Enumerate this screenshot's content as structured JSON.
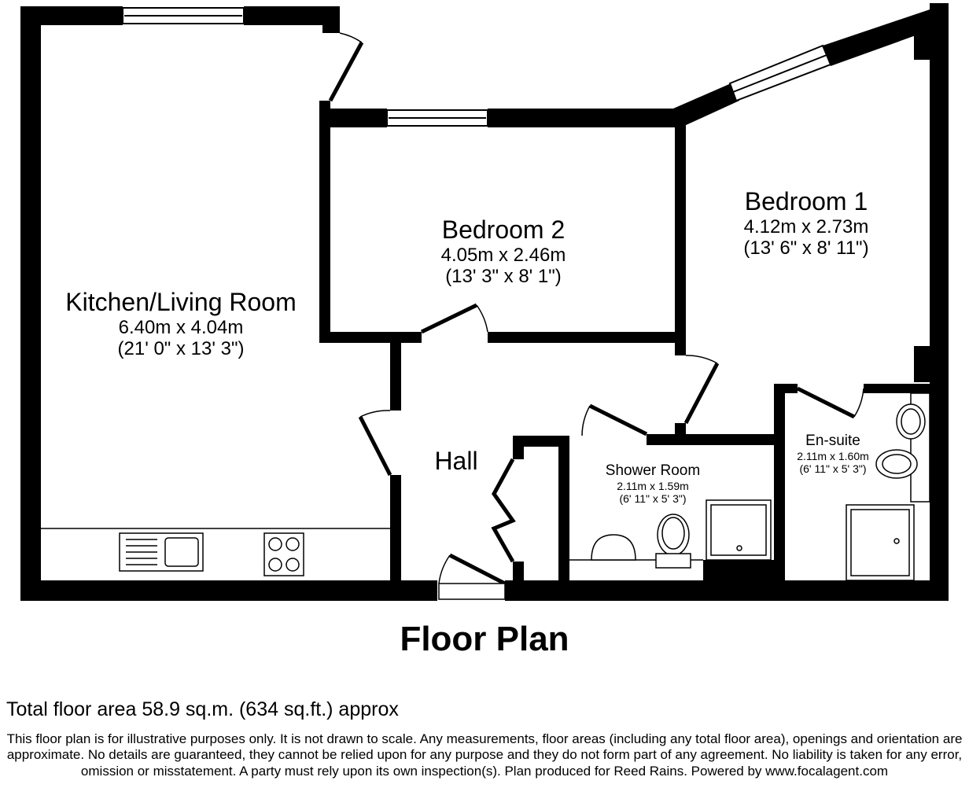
{
  "plan": {
    "title": "Floor Plan",
    "rooms": [
      {
        "id": "kitchen",
        "name": "Kitchen/Living Room",
        "metric": "6.40m x 4.04m",
        "imperial": "(21' 0\" x 13' 3\")"
      },
      {
        "id": "bed2",
        "name": "Bedroom 2",
        "metric": "4.05m x 2.46m",
        "imperial": "(13' 3\" x 8' 1\")"
      },
      {
        "id": "bed1",
        "name": "Bedroom 1",
        "metric": "4.12m x 2.73m",
        "imperial": "(13' 6\" x 8' 11\")"
      },
      {
        "id": "hall",
        "name": "Hall"
      },
      {
        "id": "shower",
        "name": "Shower Room",
        "metric": "2.11m x 1.59m",
        "imperial": "(6' 11\" x 5' 3\")"
      },
      {
        "id": "ensuite",
        "name": "En-suite",
        "metric": "2.11m x 1.60m",
        "imperial": "(6' 11\" x 5' 3\")"
      }
    ]
  },
  "footer": {
    "total_area": "Total floor area 58.9 sq.m. (634 sq.ft.) approx",
    "disclaimer": "This floor plan is for illustrative purposes only. It is not drawn to scale. Any measurements, floor areas (including any total floor area), openings and orientation are approximate. No details are guaranteed, they cannot be relied upon for any purpose and they do not form part of any agreement. No liability is taken for any error, omission or misstatement. A party must rely upon its own inspection(s). Plan produced for Reed Rains. Powered by www.focalagent.com"
  },
  "colors": {
    "wall": "#000000",
    "background": "#ffffff"
  }
}
